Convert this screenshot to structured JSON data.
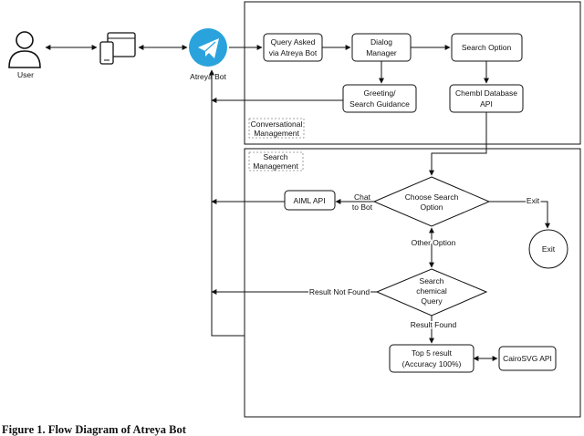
{
  "nodes": {
    "user": "User",
    "bot": "Atreya Bot",
    "query_line1": "Query Asked",
    "query_line2": "via Atreya Bot",
    "dialog_line1": "Dialog",
    "dialog_line2": "Manager",
    "search_option": "Search Option",
    "greeting_line1": "Greeting/",
    "greeting_line2": "Search Guidance",
    "chembl_line1": "Chembl Database",
    "chembl_line2": "API",
    "conv_line1": "Conversational",
    "conv_line2": "Management",
    "search_mgmt_line1": "Search",
    "search_mgmt_line2": "Management",
    "choose_line1": "Choose Search",
    "choose_line2": "Option",
    "aiml": "AIML API",
    "exit": "Exit",
    "search_chem_line1": "Search",
    "search_chem_line2": "chemical",
    "search_chem_line3": "Query",
    "top5_line1": "Top 5 result",
    "top5_line2": "(Accuracy 100%)",
    "cairo": "CairoSVG API"
  },
  "edges": {
    "chat_line1": "Chat",
    "chat_line2": "to Bot",
    "exit": "Exit",
    "other_option": "Other Option",
    "result_not_found": "Result Not Found",
    "result_found": "Result Found"
  },
  "caption": "Figure 1. Flow Diagram of Atreya Bot",
  "colors": {
    "telegram_blue": "#2AA3DC",
    "stroke": "#111111",
    "dashed_label_border": "#888888"
  },
  "icons": [
    "user-icon",
    "devices-icon",
    "telegram-icon"
  ]
}
